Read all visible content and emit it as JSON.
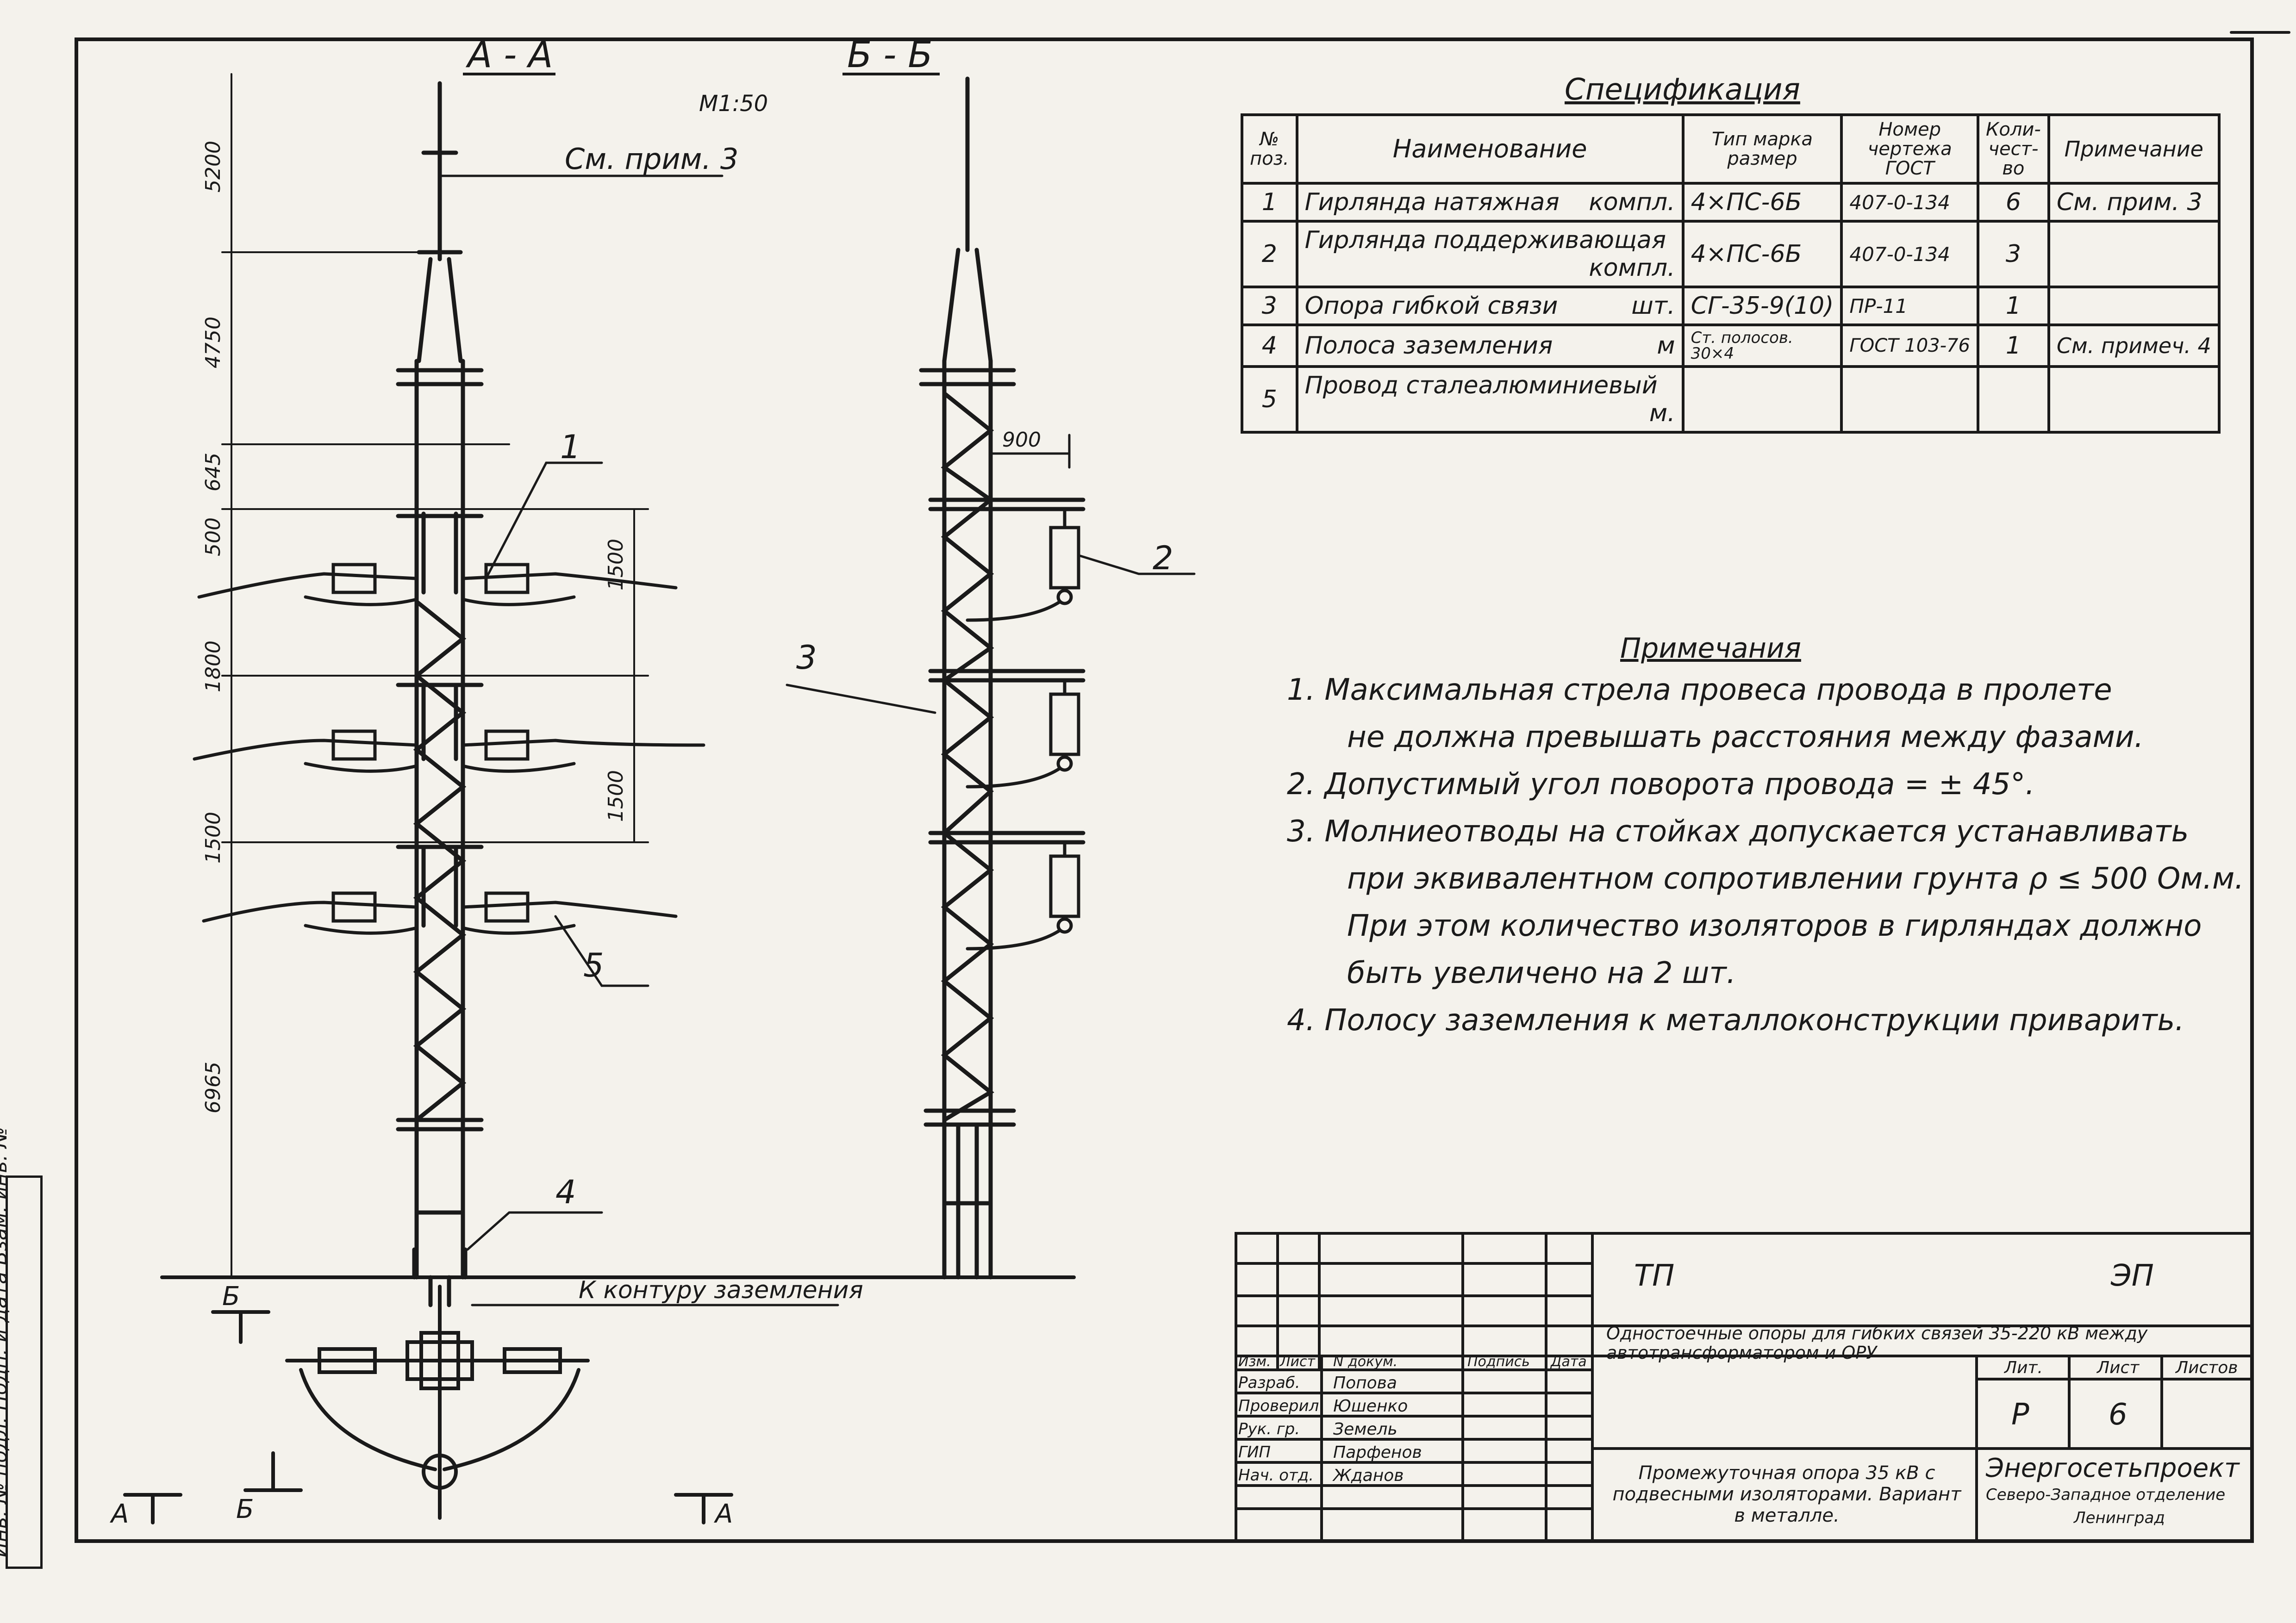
{
  "views": {
    "section_aa": "А - А",
    "section_bb": "Б - Б",
    "scale": "М1:50",
    "note_ref_top": "См. прим. 3",
    "ground_ref": "К контуру заземления"
  },
  "dimensions": {
    "d1": "5200",
    "d2": "4750",
    "d3": "645",
    "d4": "500",
    "d5": "1800",
    "d6": "1500",
    "d7": "6965",
    "d8": "1500",
    "d9": "1500",
    "d10": "900"
  },
  "callouts": [
    "1",
    "2",
    "3",
    "4",
    "5"
  ],
  "plan_markers": {
    "b_top": "Б",
    "b_bottom": "Б",
    "a_left": "А",
    "a_right": "А"
  },
  "specification": {
    "title": "Спецификация",
    "headers": {
      "pos": "№ поз.",
      "name": "Наименование",
      "type": "Тип марка размер",
      "drawing": "Номер чертежа ГОСТ",
      "qty": "Коли-чест-во",
      "note": "Примечание"
    },
    "rows": [
      {
        "pos": "1",
        "name": "Гирлянда натяжная",
        "unit": "компл.",
        "type": "4×ПС-6Б",
        "drawing": "407-0-134",
        "qty": "6",
        "note": "См. прим. 3"
      },
      {
        "pos": "2",
        "name": "Гирлянда поддерживающая",
        "unit": "компл.",
        "type": "4×ПС-6Б",
        "drawing": "407-0-134",
        "qty": "3",
        "note": ""
      },
      {
        "pos": "3",
        "name": "Опора гибкой связи",
        "unit": "шт.",
        "type": "СГ-35-9(10)",
        "drawing": "ПР-11",
        "qty": "1",
        "note": ""
      },
      {
        "pos": "4",
        "name": "Полоса заземления",
        "unit": "м",
        "type": "Ст. полосов. 30×4",
        "drawing": "ГОСТ 103-76",
        "qty": "1",
        "note": "См. примеч. 4"
      },
      {
        "pos": "5",
        "name": "Провод сталеалюминиевый",
        "unit": "м.",
        "type": "",
        "drawing": "",
        "qty": "",
        "note": ""
      }
    ]
  },
  "notes": {
    "title": "Примечания",
    "lines": [
      "1.  Максимальная стрела провеса провода в пролете",
      "не должна превышать расстояния между фазами.",
      "2.  Допустимый угол поворота провода = ± 45°.",
      "3.  Молниеотводы на стойках допускается устанавливать",
      "при эквивалентном сопротивлении грунта ρ ≤ 500 Ом.м.",
      "При этом количество изоляторов в гирляндах должно",
      "быть увеличено на 2 шт.",
      "4.  Полосу заземления к металлоконструкции приварить."
    ]
  },
  "title_block": {
    "code_left": "ТП",
    "code_right": "ЭП",
    "project_title": "Одностоечные опоры для гибких связей 35-220 кВ между автотрансформатором и ОРУ",
    "col_izm": "Изм.",
    "col_list": "Лист",
    "col_ndok": "N докум.",
    "col_podp": "Подпись",
    "col_data": "Дата",
    "roles": [
      {
        "role": "Разраб.",
        "name": "Попова"
      },
      {
        "role": "Проверил",
        "name": "Юшенко"
      },
      {
        "role": "Рук. гр.",
        "name": "Земель"
      },
      {
        "role": "ГИП",
        "name": "Парфенов"
      },
      {
        "role": "Нач. отд.",
        "name": "Жданов"
      }
    ],
    "lit_label": "Лит.",
    "sheet_label": "Лист",
    "sheets_label": "Листов",
    "lit_value": "Р",
    "sheet_value": "6",
    "drawing_name": "Промежуточная опора 35 кВ с подвесными изоляторами. Вариант в металле.",
    "org_name": "Энергосетьпроект",
    "org_sub1": "Северо-Западное отделение",
    "org_sub2": "Ленинград"
  },
  "side_stamp": "Инв. № подл.  Подп. и дата  Взам. инв. №"
}
